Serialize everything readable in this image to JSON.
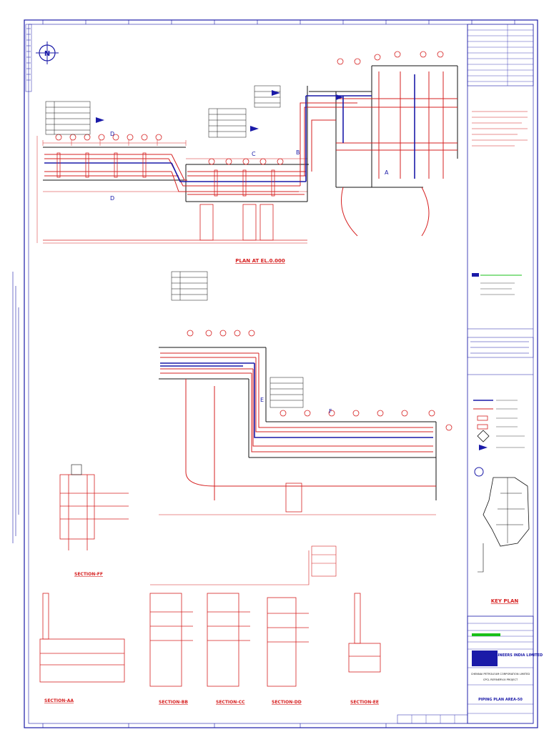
{
  "drawing": {
    "north_label": "N",
    "plan_title": "PLAN AT EL.0.000",
    "key_plan_title": "KEY PLAN",
    "company_name": "ENGINEERS INDIA LIMITED",
    "client_line1": "CHENNAI PETROLEUM CORPORATION LIMITED",
    "client_line2": "CPCL REFINERY-III PROJECT",
    "drawing_title": "PIPING PLAN AREA-50"
  },
  "sections": [
    {
      "label": "SECTION-FF"
    },
    {
      "label": "SECTION-AA"
    },
    {
      "label": "SECTION-BB"
    },
    {
      "label": "SECTION-CC"
    },
    {
      "label": "SECTION-DD"
    },
    {
      "label": "SECTION-EE"
    }
  ],
  "markers": {
    "a": "A",
    "b": "B",
    "c": "C",
    "d": "D",
    "e": "E",
    "f": "F"
  },
  "colors": {
    "red": "#d62020",
    "blue": "#1a1aa8",
    "black": "#111111",
    "green": "#19c019",
    "magenta": "#c21f8f",
    "border": "#1a1aa8"
  }
}
